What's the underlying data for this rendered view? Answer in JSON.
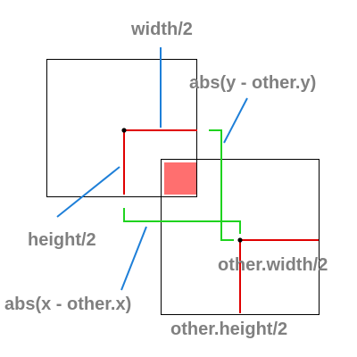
{
  "colors": {
    "background": "#ffffff",
    "box_outline": "#000000",
    "dimension_red": "#e00000",
    "distance_green": "#1fd31f",
    "leader_blue": "#1e7fd8",
    "label_gray": "#808080",
    "overlap_fill": "#ff6f6f",
    "center_dot": "#000000"
  },
  "labels": {
    "width_half": "width/2",
    "abs_y": "abs(y - other.y)",
    "height_half": "height/2",
    "other_width_half": "other.width/2",
    "abs_x": "abs(x - other.x)",
    "other_height_half": "other.height/2"
  }
}
